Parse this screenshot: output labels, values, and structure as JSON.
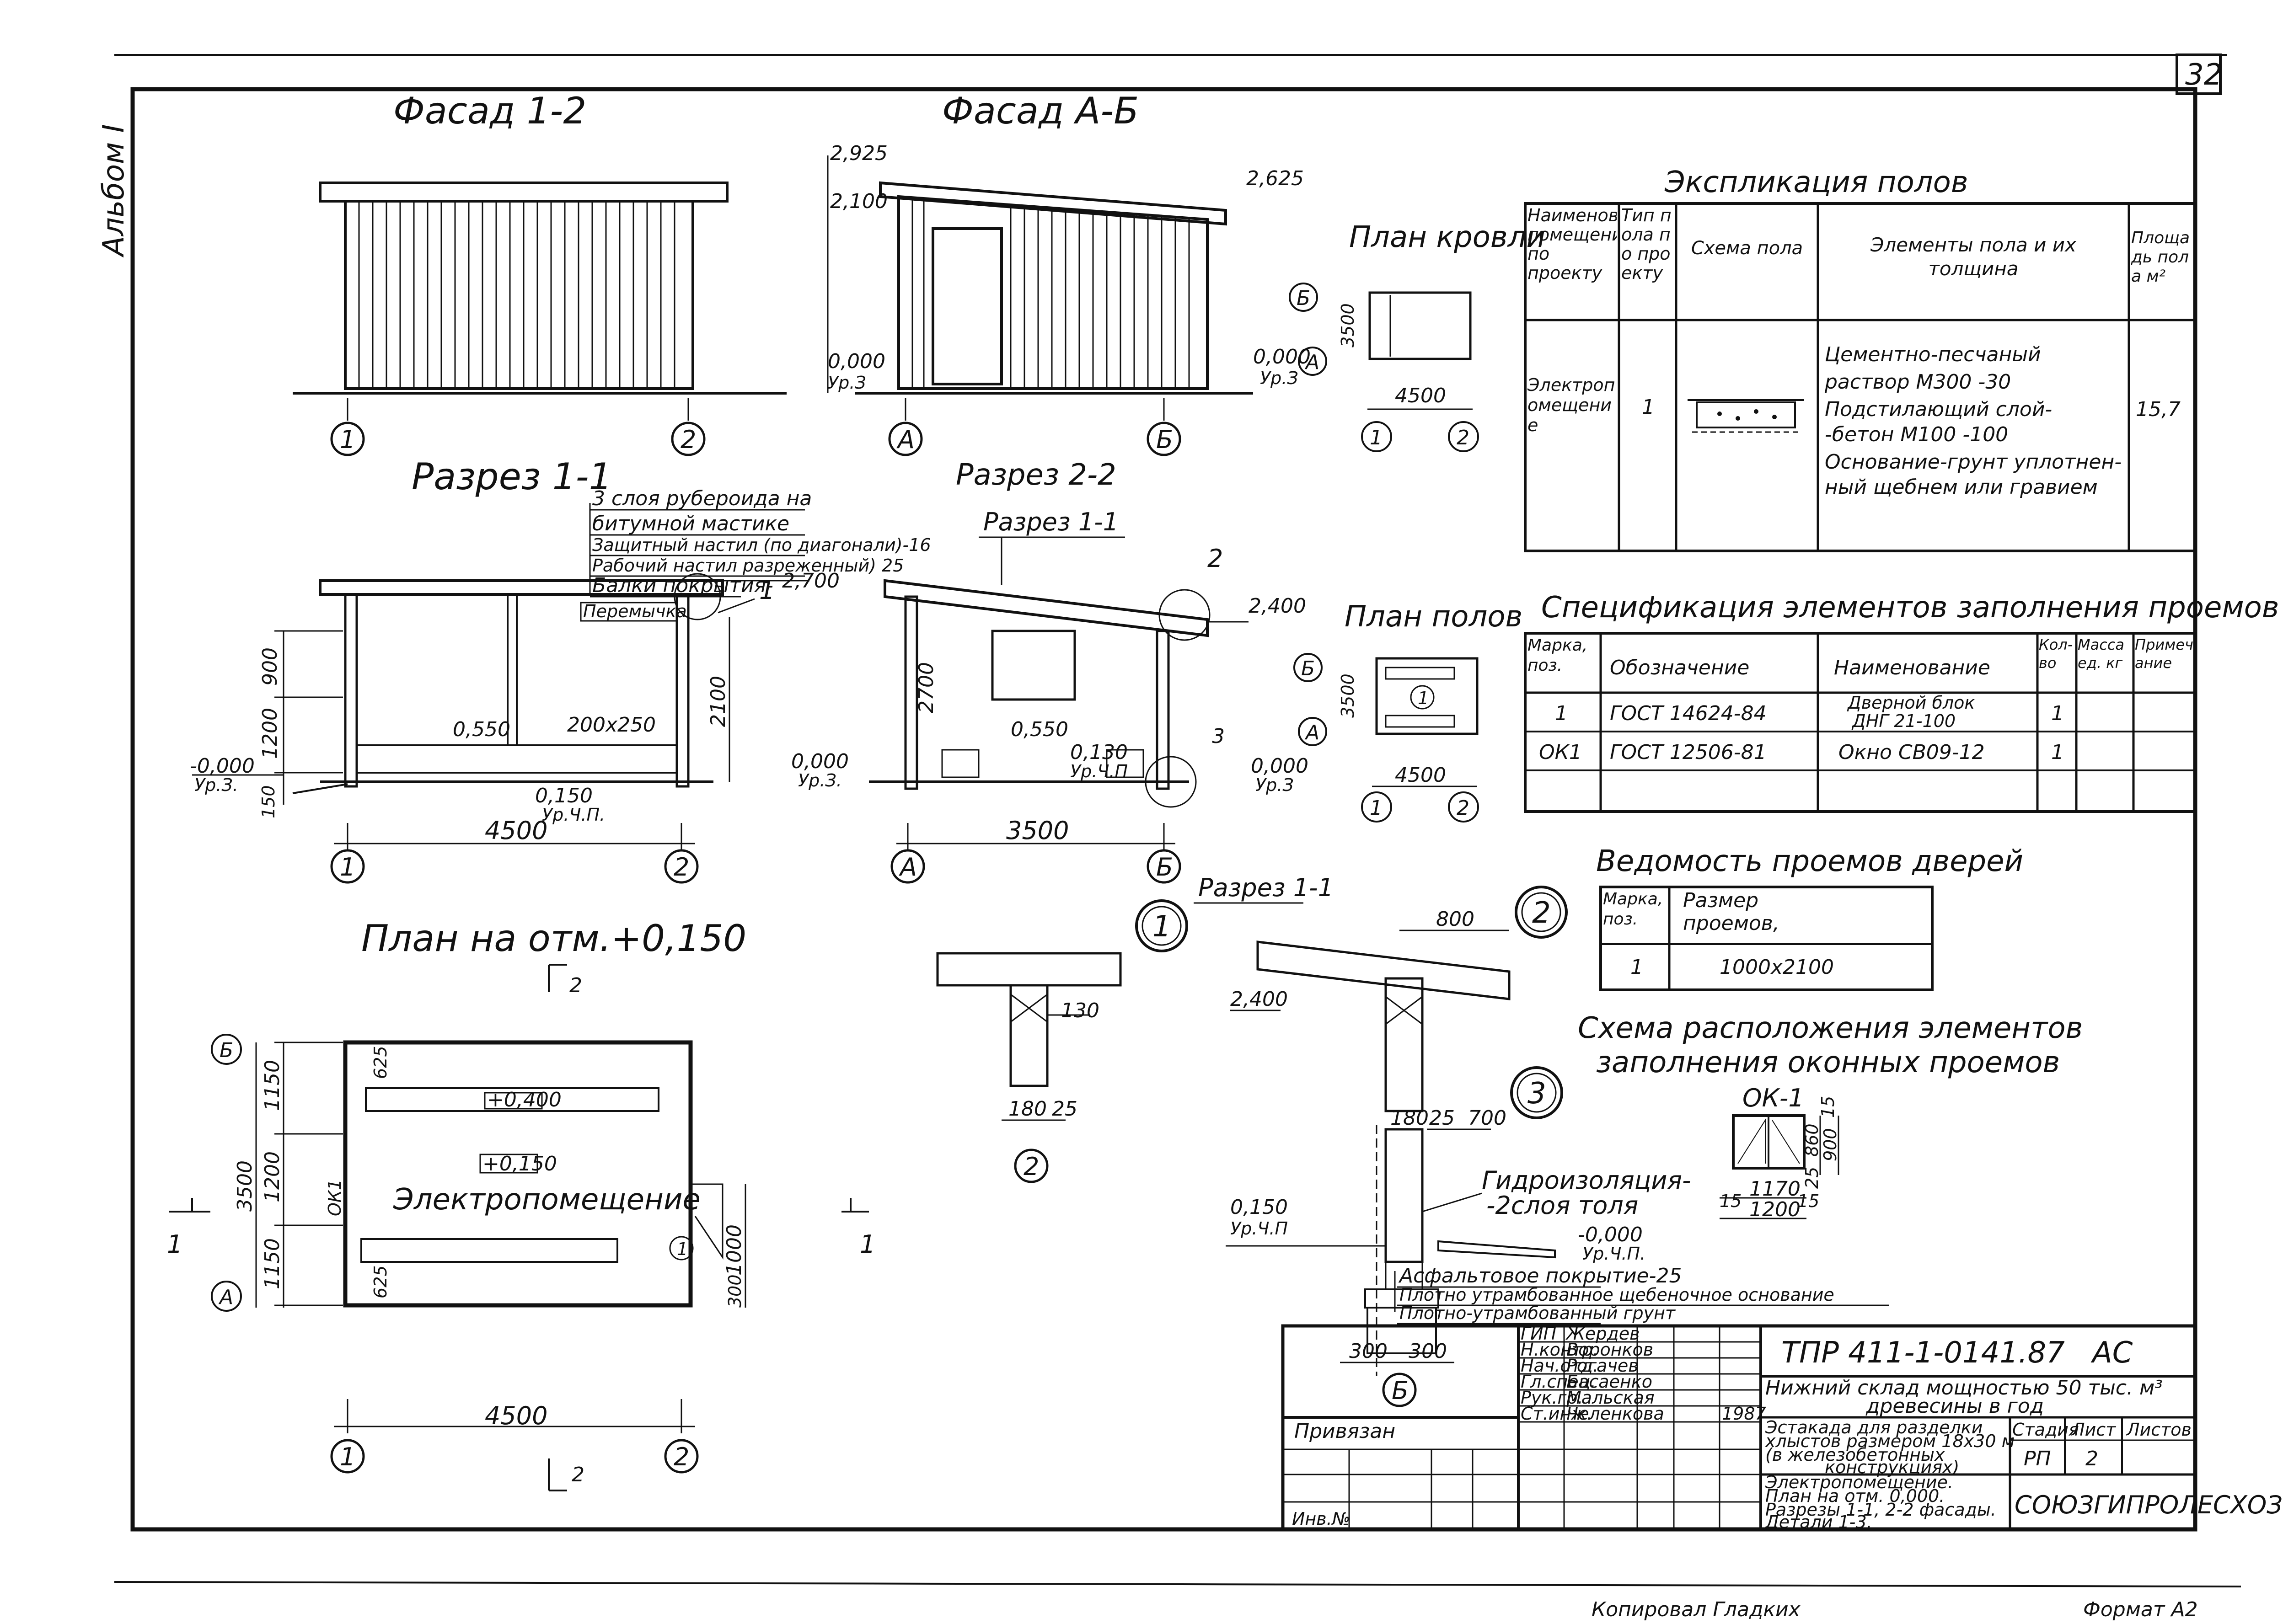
{
  "sheet": {
    "number": "32",
    "album": "Альбом I",
    "copied_by": "Копировал Гладких",
    "format": "Формат А2"
  },
  "views": {
    "facade_1_2": {
      "title": "Фасад 1-2",
      "axes": [
        "1",
        "2"
      ]
    },
    "facade_a_b": {
      "title": "Фасад А-Б",
      "marks": [
        "2,925",
        "2,100",
        "2,625",
        "0,000",
        "Ур.З",
        "0,000",
        "Ур.З"
      ],
      "axes": [
        "А",
        "Б"
      ]
    },
    "roof_plan": {
      "title": "План кровли",
      "dims": [
        "3500",
        "4500"
      ],
      "axes": [
        "Б",
        "А",
        "1",
        "2"
      ]
    },
    "floor_plan": {
      "title": "План полов",
      "dims": [
        "3500",
        "4500"
      ],
      "mark": "1",
      "axes": [
        "Б",
        "А",
        "1",
        "2"
      ]
    },
    "section_1_1": {
      "title": "Разрез 1-1",
      "layers": [
        "3 слоя рубероида на",
        "битумной мастике",
        "Защитный настил (по диагонали)-16",
        "Рабочий настил разреженный) 25",
        "Балки покрытия-"
      ],
      "purlin": "Перемычка",
      "callout": "1",
      "dims": [
        "900",
        "1200",
        "150",
        "2100",
        "4500"
      ],
      "marks": [
        "-0,000",
        "Ур.З.",
        "0,550",
        "200х250",
        "0,150",
        "Ур.Ч.П.",
        "2,700"
      ],
      "axes": [
        "1",
        "2"
      ]
    },
    "section_2_2": {
      "title": "Разрез 2-2",
      "ref": "Разрез 1-1",
      "dims": [
        "2700",
        "3500"
      ],
      "marks": [
        "2,400",
        "0,000",
        "Ур.З.",
        "0,550",
        "0,130",
        "Ур.Ч.П",
        "0,000",
        "Ур.З"
      ],
      "callouts": [
        "2",
        "3"
      ],
      "axes": [
        "А",
        "Б"
      ]
    },
    "plan_0150": {
      "title": "План на отм.+0,150",
      "section_marks": [
        "2",
        "1",
        "1",
        "2"
      ],
      "dims": [
        "1150",
        "1200",
        "1150",
        "3500",
        "625",
        "625",
        "1000",
        "300",
        "4500"
      ],
      "levels": [
        "+0,400",
        "+0,150"
      ],
      "room": "Электропомещение",
      "window": "ОК1",
      "door": "1",
      "axes": [
        "Б",
        "А",
        "1",
        "2"
      ]
    },
    "detail_1": {
      "num": "1",
      "dims": [
        "130",
        "180",
        "25"
      ],
      "axis": "2"
    },
    "detail_2": {
      "num": "2",
      "ref": "Разрез 1-1",
      "dims": [
        "800",
        "2,400"
      ]
    },
    "detail_3": {
      "num": "3",
      "dims": [
        "180",
        "25",
        "700",
        "300",
        "300"
      ],
      "hydro": [
        "Гидроизоляция-",
        "-2слоя толя"
      ],
      "marks": [
        "0,150",
        "Ур.Ч.П",
        "-0,000",
        "Ур.Ч.П."
      ],
      "layers": [
        "Асфальтовое покрытие-25",
        "Плотно утрамбованное щебеночное основание",
        "Плотно-утрамбованный грунт"
      ],
      "axis": "Б"
    }
  },
  "floor_table": {
    "title": "Экспликация полов",
    "headers": [
      "Наименование помещения по проекту",
      "Тип пола по проекту",
      "Схема пола",
      "Элементы пола и их толщина",
      "Площадь пола м²"
    ],
    "row": {
      "name": "Электропомещение",
      "type": "1",
      "elements": [
        "Цементно-песчаный",
        "раствор М300   -30",
        "Подстилающий слой-",
        "-бетон М100   -100",
        "Основание-грунт уплотнен-",
        "ный щебнем или гравием"
      ],
      "area": "15,7"
    }
  },
  "spec_table": {
    "title": "Спецификация элементов заполнения проемов",
    "headers": [
      "Марка, поз.",
      "Обозначение",
      "Наименование",
      "Кол-во",
      "Масса ед. кг",
      "Примечание"
    ],
    "rows": [
      {
        "mark": "1",
        "doc": "ГОСТ 14624-84",
        "name1": "Дверной блок",
        "name2": "ДНГ 21-100",
        "qty": "1"
      },
      {
        "mark": "ОК1",
        "doc": "ГОСТ 12506-81",
        "name1": "Окно СВ09-12",
        "name2": "",
        "qty": "1"
      }
    ]
  },
  "door_table": {
    "title": "Ведомость проемов дверей",
    "headers": [
      "Марка, поз.",
      "Размер проемов, мм"
    ],
    "row": {
      "mark": "1",
      "size": "1000х2100"
    }
  },
  "window_scheme": {
    "title1": "Схема расположения элементов",
    "title2": "заполнения оконных проемов",
    "label": "ОК-1",
    "dims": [
      "15",
      "860",
      "900",
      "25",
      "15",
      "1170",
      "15",
      "1200"
    ]
  },
  "title_block": {
    "code": "ТПР 411-1-0141.87",
    "stage_code": "АС",
    "project": [
      "Нижний склад мощностью 50 тыс. м³",
      "древесины в год"
    ],
    "object": [
      "Эстакада для разделки",
      "хлыстов размером 18х30 м",
      "(в железобетонных",
      "конструкциях)"
    ],
    "sheet_title": [
      "Электропомещение.",
      "План на отм. 0,000.",
      "Разрезы 1-1, 2-2 фасады.",
      "Детали 1-3."
    ],
    "org": "СОЮЗГИПРОЛЕСХОЗ",
    "stage_label": "Стадия",
    "sheet_label": "Лист",
    "sheets_label": "Листов",
    "stage": "РП",
    "sheet": "2",
    "year": "1987",
    "bound": "Привязан",
    "inv": "Инв.№",
    "staff": [
      {
        "role": "ГИП",
        "name": "Жердев"
      },
      {
        "role": "Н.контр.",
        "name": "Воронков"
      },
      {
        "role": "Нач.отд.",
        "name": "Рогачев"
      },
      {
        "role": "Гл.спец.",
        "name": "Басаенко"
      },
      {
        "role": "Рук.гр.",
        "name": "Мальская"
      },
      {
        "role": "Ст.инж.",
        "name": "Челенкова"
      }
    ]
  }
}
